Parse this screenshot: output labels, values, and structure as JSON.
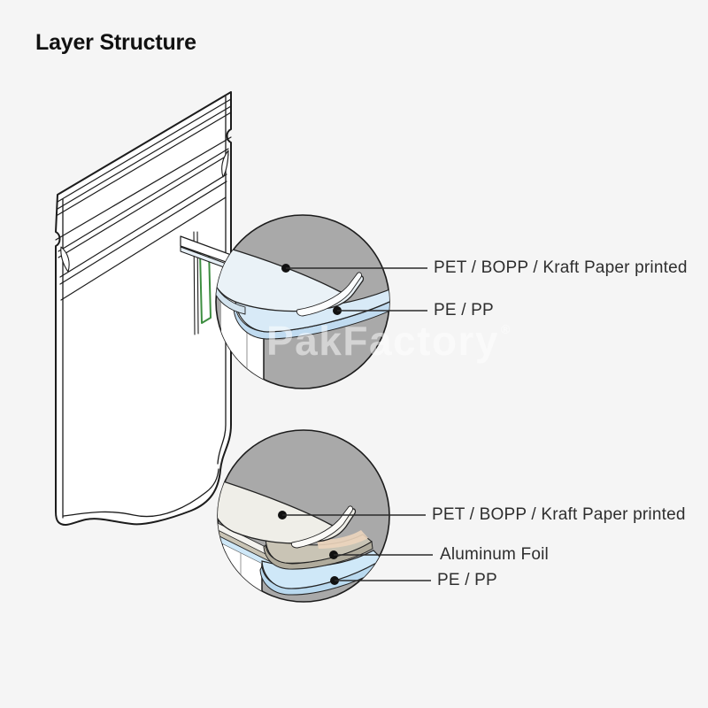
{
  "page": {
    "title": "Layer Structure",
    "background_color": "#f5f5f5"
  },
  "watermark": {
    "text": "PakFactory",
    "registered_mark": "®"
  },
  "diagram": {
    "subject": "stand-up pouch with two magnified laminate callouts",
    "callouts": [
      {
        "name": "two-layer-laminate",
        "layers": [
          "PET / BOPP / Kraft Paper printed",
          "PE / PP"
        ]
      },
      {
        "name": "three-layer-laminate",
        "layers": [
          "PET / BOPP / Kraft Paper printed",
          "Aluminum Foil",
          "PE / PP"
        ]
      }
    ],
    "colors": {
      "callout_circle_fill": "#a9a9a9",
      "outline": "#1c1c1c",
      "pet_bopp_film": "#eaf2f7",
      "pe_pp_film": "#d8eaf7",
      "kraft_pet_film_bottom": "#efeee8",
      "aluminum_foil": "#c9c4b5",
      "pe_pp_film_bottom": "#cfe8f8",
      "cut_edge_green": "#3e8e41"
    }
  }
}
